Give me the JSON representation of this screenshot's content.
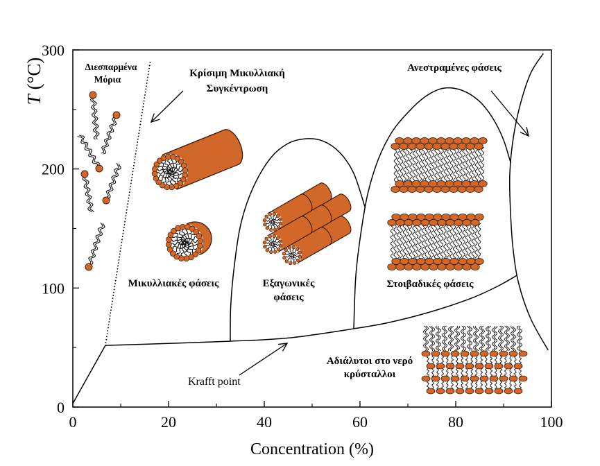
{
  "plot": {
    "xlabel": "Concentration (%)",
    "ylabel": {
      "symbol": "T",
      "unit": "(°C)"
    },
    "xlim": [
      0,
      100
    ],
    "ylim": [
      0,
      300
    ],
    "x_ticks": [
      0,
      20,
      40,
      60,
      80,
      100
    ],
    "y_ticks": [
      0,
      100,
      200,
      300
    ],
    "grid": false
  },
  "regions": {
    "dispersed": [
      "Διεσπαρμένα",
      "Μόρια"
    ],
    "micellar": "Μικυλλιακές φάσεις",
    "hexagonal": [
      "Εξαγωνικές",
      "φάσεις"
    ],
    "lamellar": "Στοιβαδικές φάσεις",
    "crystals": [
      "Αδιάλυτοι στο νερό",
      "κρύσταλλοι"
    ]
  },
  "annotations": {
    "cmc": [
      "Κρίσιμη Μικυλλιακή",
      "Συγκέντρωση"
    ],
    "inverted": "Ανεστραμένες φάσεις",
    "krafft": "Krafft point"
  },
  "phase_boundaries": {
    "low_concentration_line": [
      [
        0,
        3
      ],
      [
        6.8,
        51.8
      ]
    ],
    "cmc_line": {
      "dotted": true,
      "points": [
        [
          6.8,
          51.8
        ],
        [
          16.2,
          291
        ]
      ]
    },
    "krafft_line": [
      [
        6.8,
        51.8
      ],
      [
        21,
        53.6
      ],
      [
        32.6,
        55.3
      ],
      [
        45,
        58
      ],
      [
        58.7,
        65.8
      ],
      [
        66,
        71
      ],
      [
        74.6,
        79.8
      ],
      [
        83.3,
        91.5
      ],
      [
        89,
        102
      ],
      [
        92.8,
        110.7
      ]
    ],
    "hexagonal_dome": [
      [
        32.9,
        55.3
      ],
      [
        33.0,
        85.6
      ],
      [
        33.8,
        120.6
      ],
      [
        35.2,
        155.5
      ],
      [
        37.7,
        184.6
      ],
      [
        41.3,
        209.1
      ],
      [
        44.9,
        221.3
      ],
      [
        48.6,
        225.4
      ],
      [
        52.2,
        223.6
      ],
      [
        55.8,
        213.7
      ],
      [
        58.7,
        196.3
      ],
      [
        61.1,
        167.2
      ]
    ],
    "lamellar_dome": [
      [
        58.7,
        65.8
      ],
      [
        59.1,
        108.9
      ],
      [
        60.1,
        143.9
      ],
      [
        61.6,
        178.8
      ],
      [
        63.8,
        207.9
      ],
      [
        66.7,
        231.2
      ],
      [
        70.3,
        248.7
      ],
      [
        73.9,
        261.5
      ],
      [
        77.5,
        267.9
      ],
      [
        81.2,
        266.2
      ],
      [
        84.8,
        257.4
      ],
      [
        87.7,
        242.9
      ],
      [
        89.9,
        225.4
      ],
      [
        91.5,
        205
      ]
    ],
    "inverted_boundary": [
      [
        98.3,
        297
      ],
      [
        95.7,
        280.7
      ],
      [
        93.5,
        254.5
      ],
      [
        92.0,
        225.4
      ],
      [
        91.3,
        196.3
      ],
      [
        91.4,
        167.2
      ],
      [
        92.0,
        132.2
      ],
      [
        93.2,
        103.1
      ],
      [
        95.7,
        74.0
      ],
      [
        99.3,
        47.8
      ]
    ]
  },
  "colors": {
    "headgroup": "#d2672a",
    "outline": "#3b1a06",
    "tail": "#111111",
    "axis": "#000000"
  }
}
